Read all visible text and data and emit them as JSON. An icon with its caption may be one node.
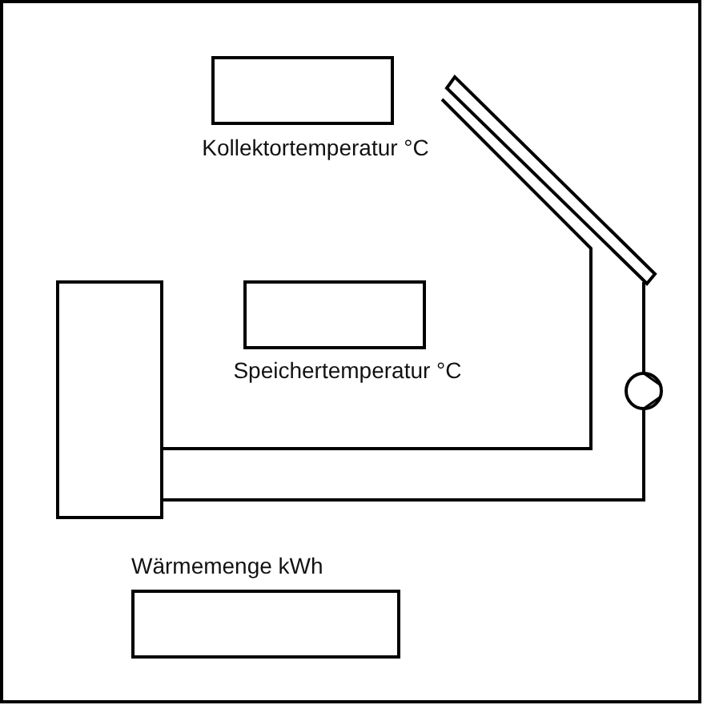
{
  "diagram": {
    "nodes": [
      {
        "text": [
          "Kollektortemperatur °C"
        ]
      },
      {
        "text": [
          "Speichertemperatur °C"
        ]
      },
      {
        "text": [
          "Wärmemenge kWh"
        ]
      },
      {
        "text": [],
        "shape": "box"
      },
      {
        "text": [],
        "shape": "box"
      },
      {
        "text": [],
        "shape": "circle"
      }
    ],
    "edges": [
      {
        "from": 3,
        "to": 4,
        "arrow": "none"
      },
      {
        "from": 4,
        "to": 5,
        "arrow": "none"
      },
      {
        "from": 5,
        "to": 3,
        "arrow": "none"
      }
    ]
  }
}
